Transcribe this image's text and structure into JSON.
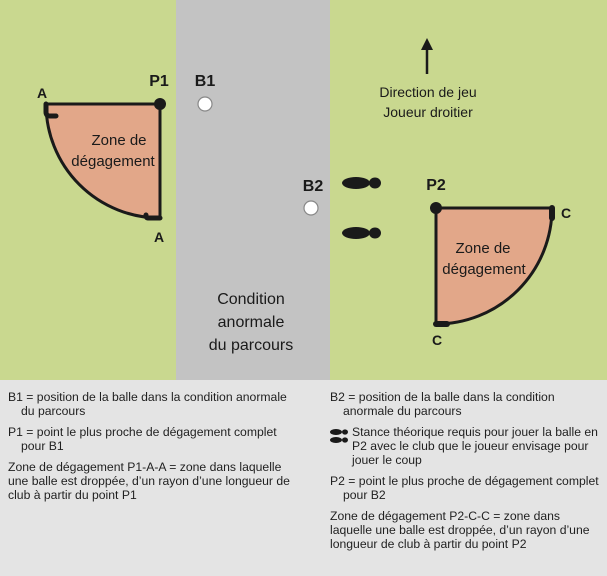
{
  "diagram": {
    "labels": {
      "b1": "B1",
      "b2": "B2",
      "p1": "P1",
      "p2": "P2",
      "a_top": "A",
      "a_bottom": "A",
      "c_top": "C",
      "c_bottom": "C"
    },
    "zone_left": {
      "line1": "Zone de",
      "line2": "dégagement"
    },
    "zone_right": {
      "line1": "Zone de",
      "line2": "dégagement"
    },
    "condition": {
      "line1": "Condition",
      "line2": "anormale",
      "line3": "du parcours"
    },
    "direction": {
      "line1": "Direction de jeu",
      "line2": "Joueur droitier"
    },
    "colors": {
      "fairway": "#c9d88f",
      "abnormal_condition": "#c3c3c3",
      "relief_zone": "#e2a789",
      "legend_background": "#e4e4e4",
      "ink": "#1a1a1a"
    },
    "icons": [
      "arrow-up-icon",
      "footprint-icon",
      "ball-icon"
    ]
  },
  "legend": {
    "left": [
      "B1 = position de la balle dans la condition anormale du parcours",
      "P1 = point le plus proche de dégagement complet pour B1",
      "Zone de dégagement P1-A-A = zone dans laquelle une balle est droppée, d’un rayon d’une longueur de club à partir du point P1"
    ],
    "right": [
      "B2 = position de la balle dans la condition anormale du parcours",
      "Stance théorique requis pour jouer la balle en P2 avec le club que le joueur envisage pour jouer le coup",
      "P2 = point le plus proche de dégagement complet pour B2",
      "Zone de dégagement P2-C-C = zone dans laquelle une balle est droppée, d’un rayon d’une longueur de club à partir du point P2"
    ]
  }
}
